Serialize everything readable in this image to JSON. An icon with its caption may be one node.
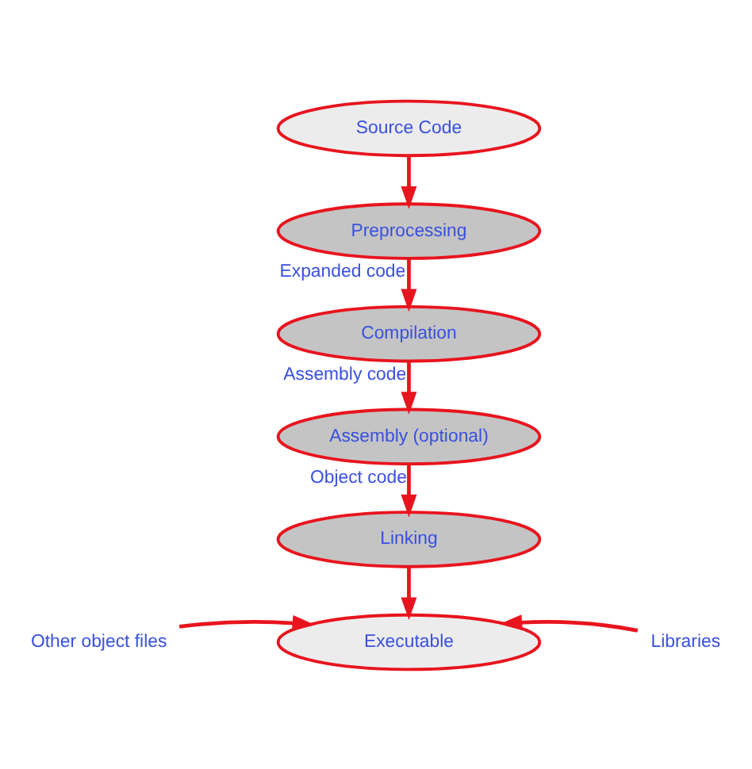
{
  "diagram": {
    "nodes": [
      {
        "text": [
          "Source Code"
        ]
      },
      {
        "text": [
          "Preprocessing"
        ]
      },
      {
        "text": [
          "Compilation"
        ]
      },
      {
        "text": [
          "Assembly (optional)"
        ]
      },
      {
        "text": [
          "Linking"
        ]
      },
      {
        "text": [
          "Executable"
        ]
      },
      {
        "text": [
          "Other object files"
        ]
      },
      {
        "text": [
          "Libraries"
        ]
      }
    ],
    "edges": [
      {
        "from": 0,
        "to": 1,
        "arrow": "to"
      },
      {
        "from": 1,
        "to": 2,
        "arrow": "to",
        "label": "Expanded code"
      },
      {
        "from": 2,
        "to": 3,
        "arrow": "to",
        "label": "Assembly code"
      },
      {
        "from": 3,
        "to": 4,
        "arrow": "to",
        "label": "Object code"
      },
      {
        "from": 4,
        "to": 5,
        "arrow": "to"
      },
      {
        "from": 6,
        "to": 5,
        "arrow": "to"
      },
      {
        "from": 7,
        "to": 5,
        "arrow": "to"
      }
    ]
  }
}
